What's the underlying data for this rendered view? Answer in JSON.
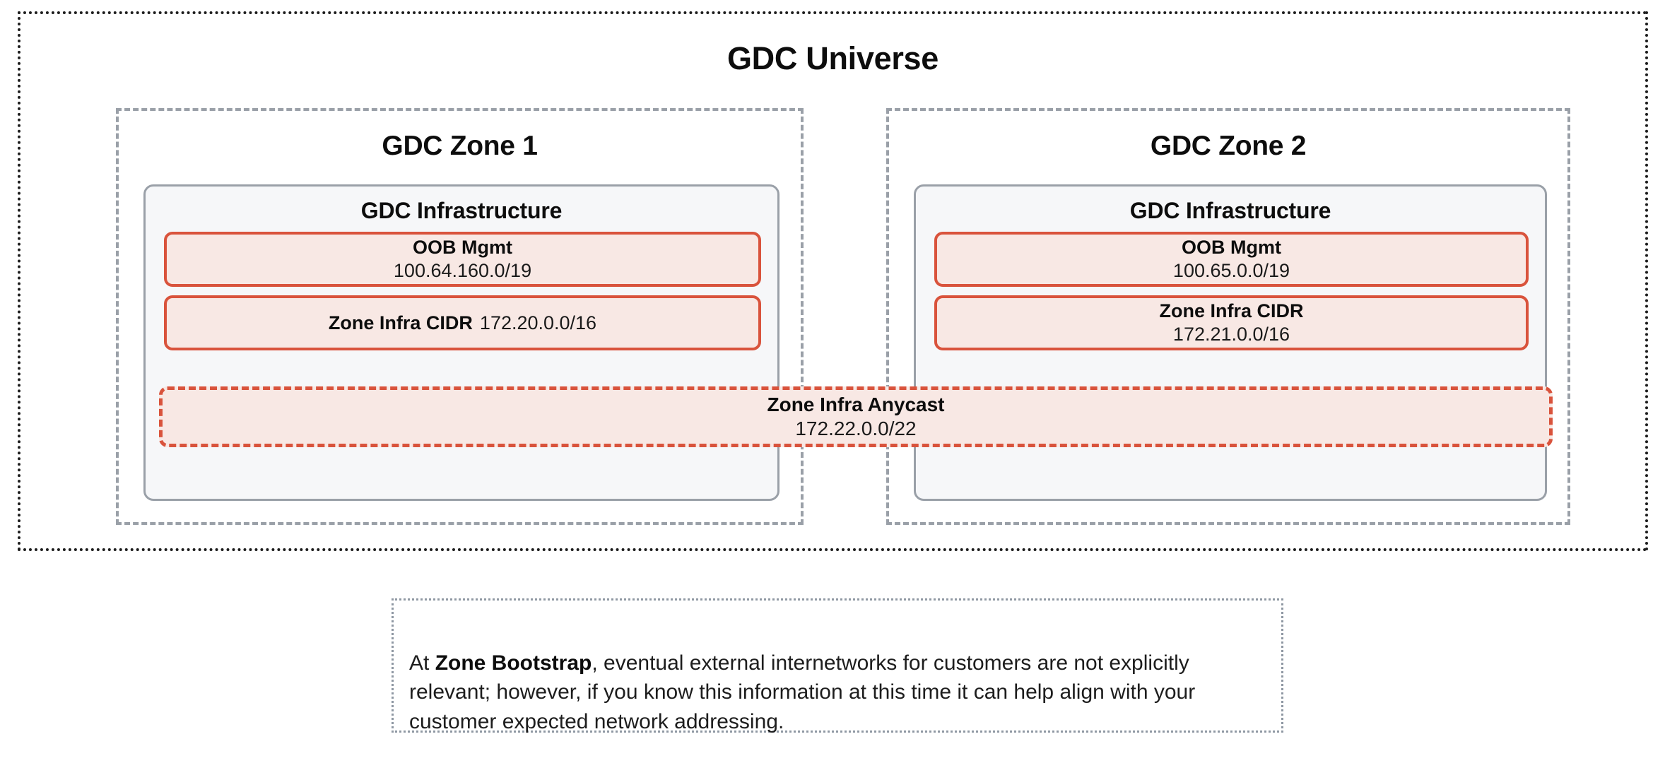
{
  "universe": {
    "title": "GDC Universe",
    "border_color": "#1d1d1d"
  },
  "zones": [
    {
      "title": "GDC Zone 1",
      "infrastructure": {
        "title": "GDC Infrastructure",
        "cards": [
          {
            "label": "OOB Mgmt",
            "value": "100.64.160.0/19",
            "layout": "stacked"
          },
          {
            "label": "Zone Infra CIDR",
            "value": "172.20.0.0/16",
            "layout": "inline"
          }
        ]
      }
    },
    {
      "title": "GDC Zone 2",
      "infrastructure": {
        "title": "GDC Infrastructure",
        "cards": [
          {
            "label": "OOB Mgmt",
            "value": "100.65.0.0/19",
            "layout": "stacked"
          },
          {
            "label": "Zone Infra CIDR",
            "value": "172.21.0.0/16",
            "layout": "stacked"
          }
        ]
      }
    }
  ],
  "anycast": {
    "label": "Zone Infra Anycast",
    "value": "172.22.0.0/22"
  },
  "footnote": {
    "lead": "At ",
    "emphasis": "Zone Bootstrap",
    "rest": ", eventual external internetworks for customers are not explicitly relevant; however, if you know this information at this time it can help align with your customer expected network addressing."
  },
  "colors": {
    "cidr_border": "#d9533c",
    "cidr_fill": "#f8e8e4",
    "infra_border": "#9aa0a8",
    "infra_fill": "#f6f7f9",
    "zone_border": "#9aa0a8",
    "footnote_border": "#8f98a3"
  }
}
